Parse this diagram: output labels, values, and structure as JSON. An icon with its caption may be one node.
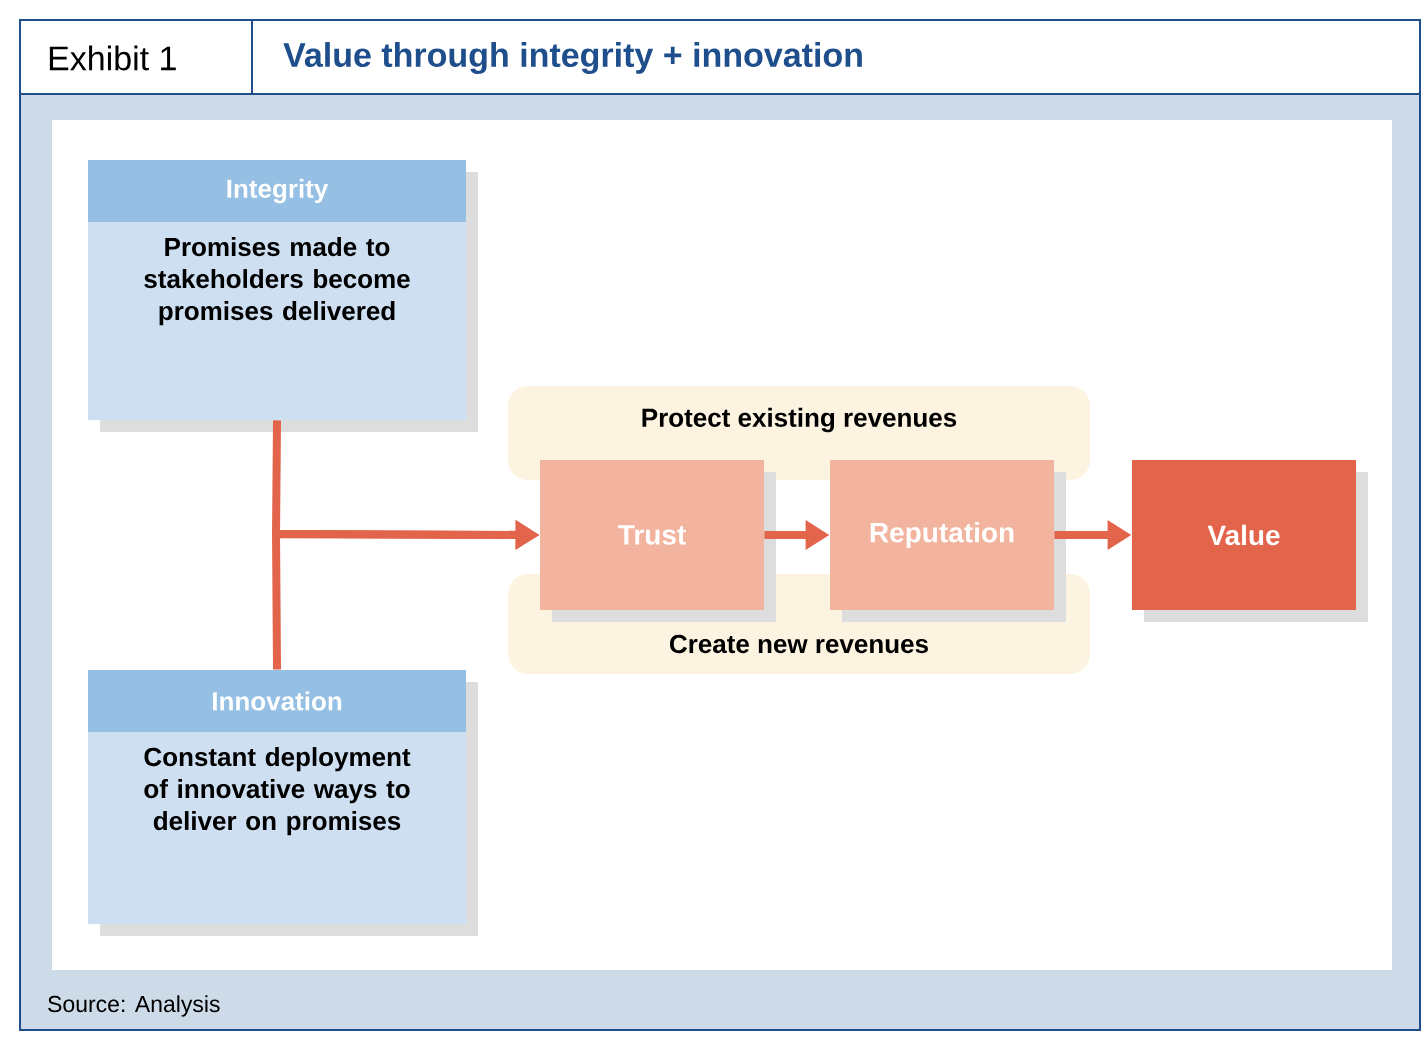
{
  "diagram": {
    "title": "Value through integrity + innovation",
    "caption": "Source: Analysis",
    "labels": [
      "Exhibit 1"
    ],
    "nodes": [
      {
        "text": [
          "Integrity",
          "Promises made to stakeholders become promises delivered"
        ]
      },
      {
        "text": [
          "Innovation",
          "Constant deployment of innovative ways to deliver on promises"
        ]
      },
      {
        "text": [
          "Protect existing revenues"
        ]
      },
      {
        "text": [
          "Create new revenues"
        ]
      },
      {
        "text": [
          "Trust"
        ]
      },
      {
        "text": [
          "Reputation"
        ]
      },
      {
        "text": [
          "Value"
        ]
      }
    ],
    "edges": [
      {
        "from": 0,
        "to": 4,
        "arrow": "to"
      },
      {
        "from": 1,
        "to": 4,
        "arrow": "to"
      },
      {
        "from": 4,
        "to": 5,
        "arrow": "to"
      },
      {
        "from": 5,
        "to": 6,
        "arrow": "to"
      }
    ]
  }
}
